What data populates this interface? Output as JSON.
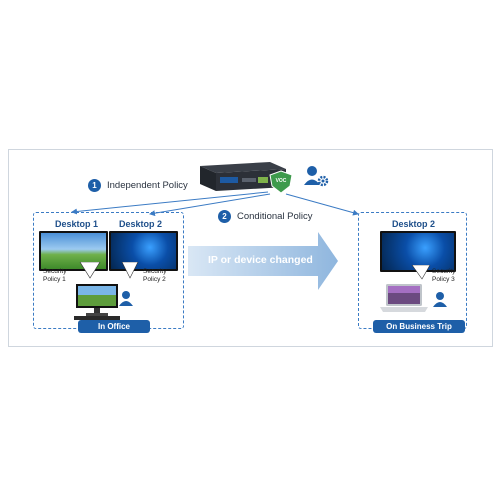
{
  "policies": {
    "independent": {
      "number": "1",
      "label": "Independent Policy"
    },
    "conditional": {
      "number": "2",
      "label": "Conditional Policy"
    }
  },
  "server": {
    "badge": "VOC"
  },
  "transition": {
    "label": "IP or device changed"
  },
  "office": {
    "desktop1": "Desktop 1",
    "desktop2": "Desktop 2",
    "policy1": [
      "Security",
      "Policy 1"
    ],
    "policy2": [
      "Security",
      "Policy 2"
    ],
    "badge": "In Office"
  },
  "trip": {
    "desktop2": "Desktop 2",
    "policy3": [
      "Security",
      "Policy 3"
    ],
    "badge": "On Business Trip"
  },
  "colors": {
    "accent": "#1e5fa8",
    "dashed": "#3b7bc4",
    "arrow": "#a9c6e6"
  }
}
